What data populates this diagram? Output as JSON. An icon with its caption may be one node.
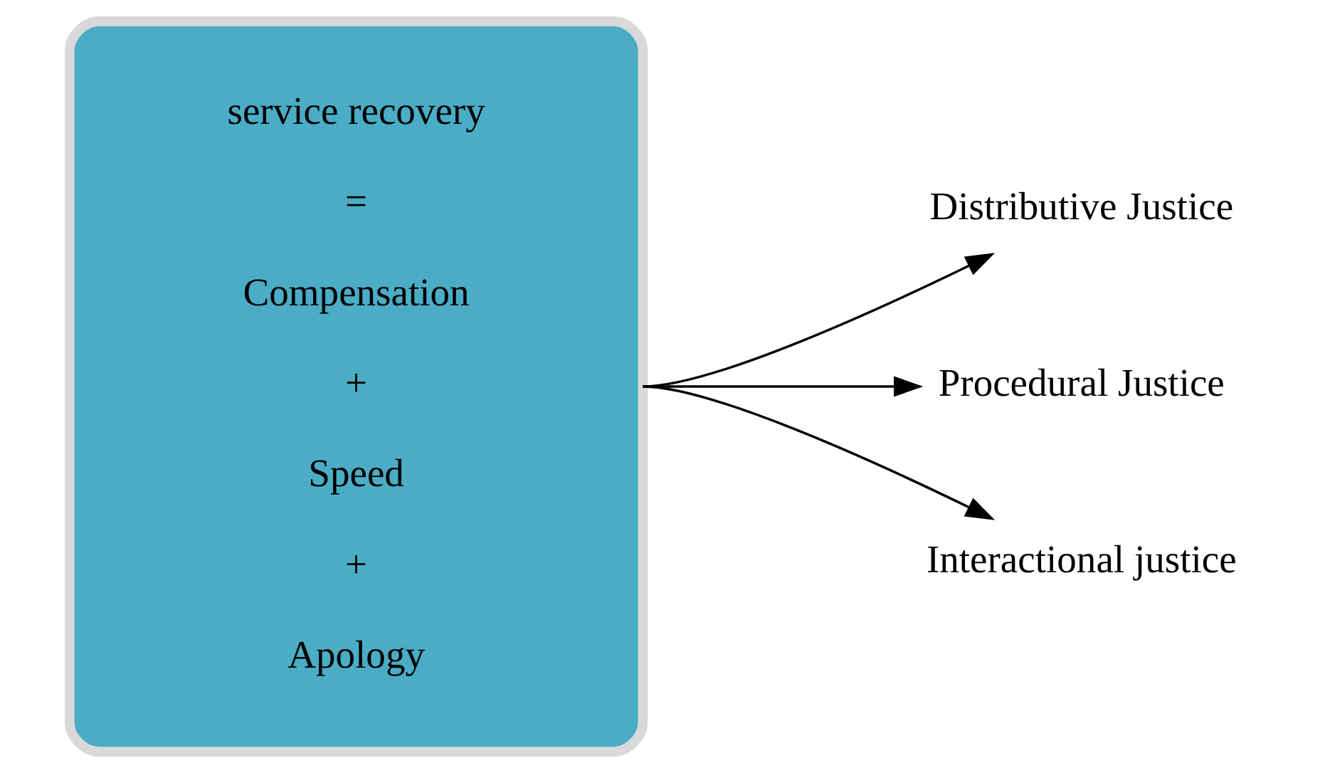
{
  "diagram": {
    "nodes": [
      {
        "text": [
          "service recovery",
          "=",
          "Compensation",
          "+",
          "Speed",
          "+",
          "Apology"
        ]
      },
      {
        "text": [
          "Distributive Justice"
        ]
      },
      {
        "text": [
          "Procedural Justice"
        ]
      },
      {
        "text": [
          "Interactional justice"
        ]
      }
    ],
    "edges": [
      {
        "from": 0,
        "to": 1,
        "arrow": "to"
      },
      {
        "from": 0,
        "to": 2,
        "arrow": "to"
      },
      {
        "from": 0,
        "to": 3,
        "arrow": "to"
      }
    ]
  }
}
